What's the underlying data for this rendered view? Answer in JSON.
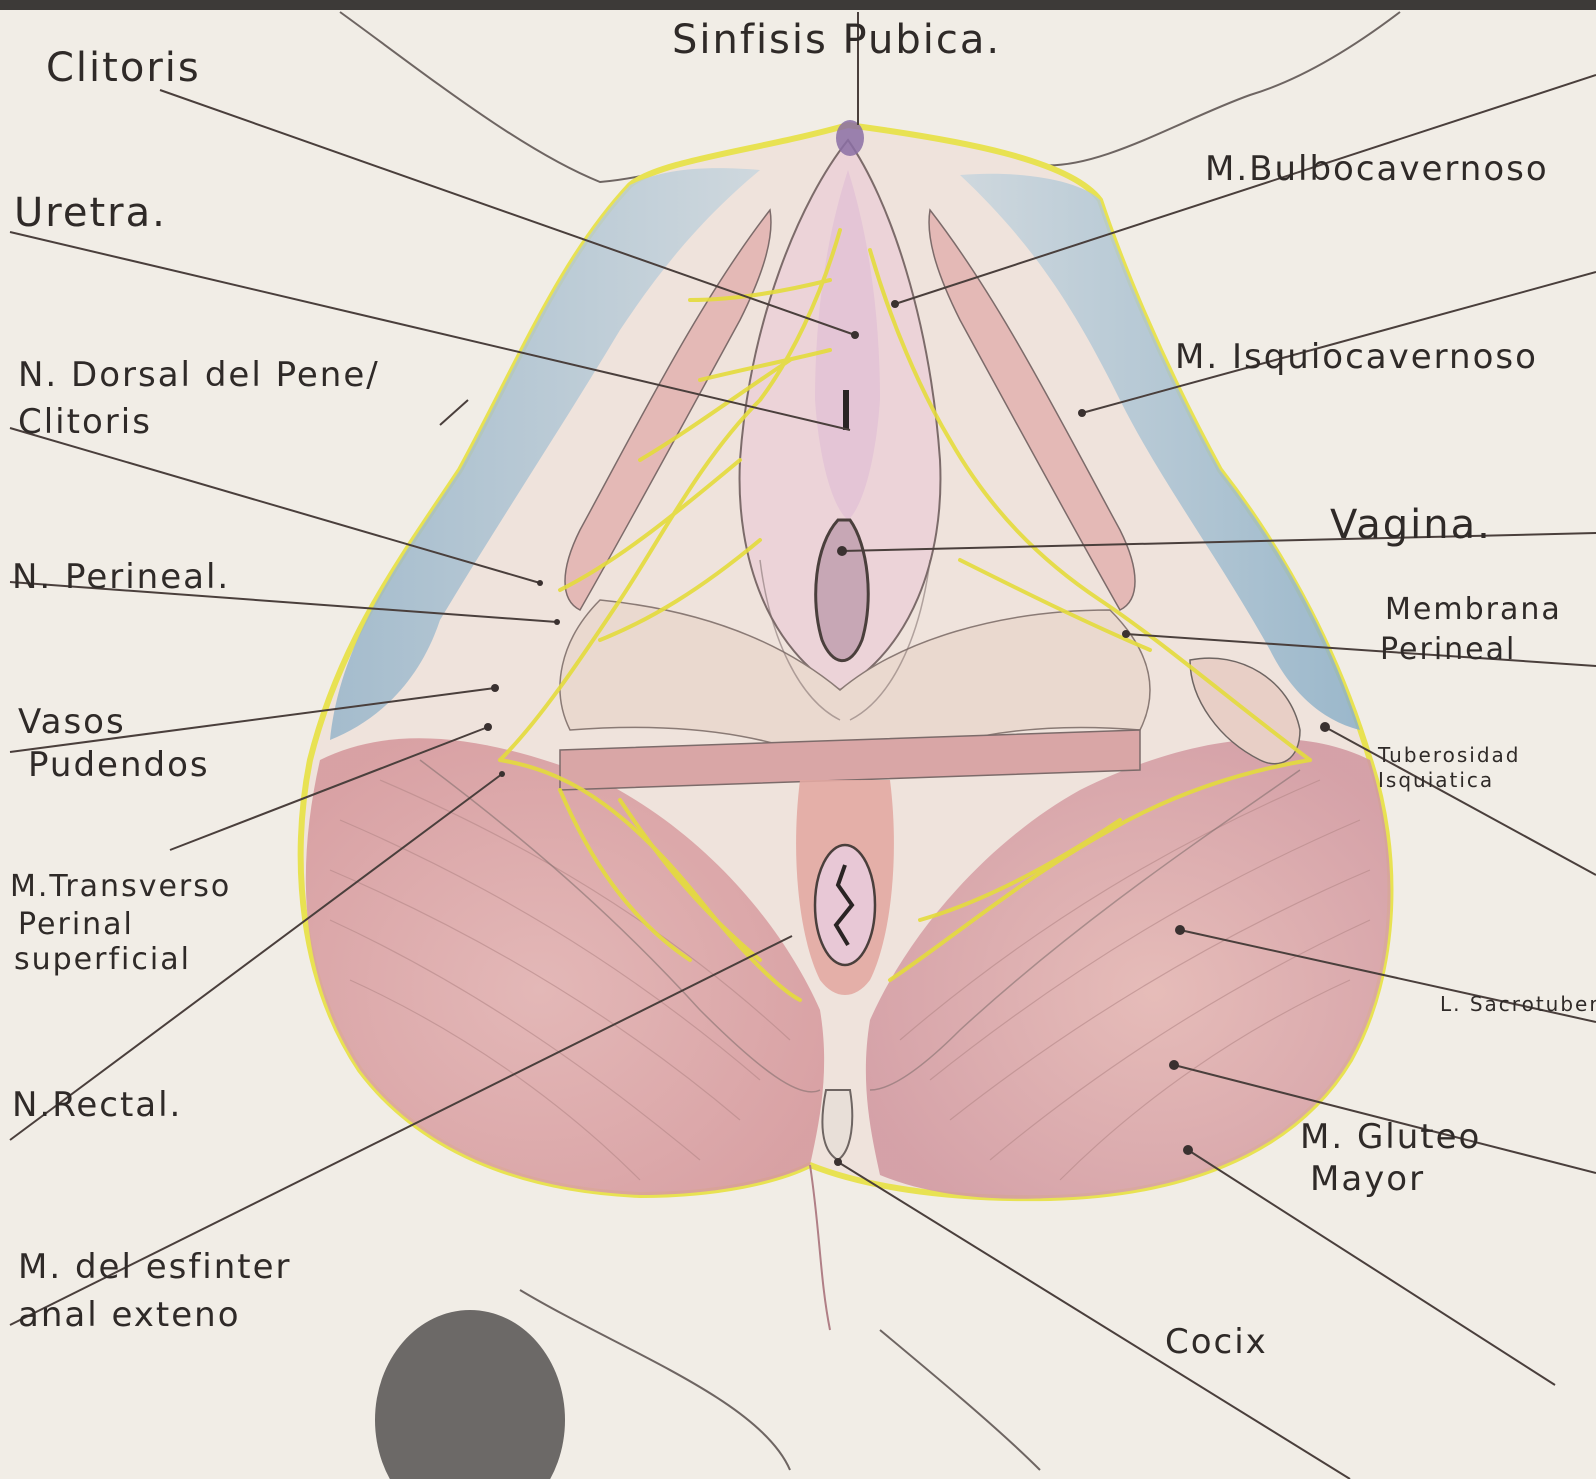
{
  "labels": {
    "sinfisis": "Sinfisis Pubica.",
    "clitoris": "Clitoris",
    "uretra": "Uretra.",
    "n_dorsal_1": "N. Dorsal del Pene/",
    "n_dorsal_2": "Clitoris",
    "n_perineal": "N. Perineal.",
    "vasos_1": "Vasos",
    "vasos_2": "Pudendos",
    "m_transverso_1": "M.Transverso",
    "m_transverso_2": "Perinal",
    "m_transverso_3": "superficial",
    "n_rectal": "N.Rectal.",
    "m_esfinter_1": "M. del esfinter",
    "m_esfinter_2": "anal exteno",
    "m_bulbocavernoso": "M.Bulbocavernoso",
    "m_isquiocavernoso": "M. Isquiocavernoso",
    "vagina": "Vagina.",
    "membrana_1": "Membrana",
    "membrana_2": "Perineal",
    "tuberosidad_1": "Tuberosidad",
    "tuberosidad_2": "Isquiatica",
    "l_sacrotuberoso": "L. Sacrotuberoso",
    "m_gluteo_1": "M. Gluteo",
    "m_gluteo_2": "Mayor",
    "cocix": "Cocix"
  },
  "colors": {
    "paper": "#f1ede6",
    "pencil": "#4a3f3c",
    "nerve_yellow": "#e6e04a",
    "muscle_red": "#d99a9a",
    "fat_blue": "#9fb9cc",
    "mucosa_pink": "#e7c6d4"
  }
}
